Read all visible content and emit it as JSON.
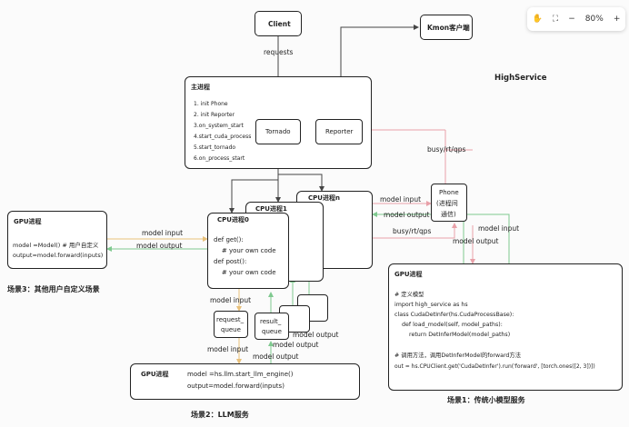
{
  "toolbar": {
    "zoom": "80%",
    "minus": "−",
    "plus": "+"
  },
  "labels": {
    "highservice": "HighService",
    "client": "Client",
    "kmon": "Kmon客户端",
    "requests": "requests",
    "busy_rt_qps": "busy/rt/qps",
    "model_input": "model input",
    "model_output": "model output"
  },
  "main": {
    "title": "主进程",
    "steps": [
      "1. init Phone",
      "2. init Reporter",
      "3.on_system_start",
      "4.start_cuda_process",
      "5.start_tornado",
      "6.on_process_start"
    ],
    "tornado": "Tornado",
    "reporter": "Reporter"
  },
  "cpu": {
    "cpu0": "CPU进程0",
    "cpu1": "CPU进程1",
    "cpun": "CPU进程n",
    "code": [
      "def get():",
      "    # your own code",
      "def post():",
      "    # your own code"
    ]
  },
  "phone": [
    "Phone",
    "(进程间",
    "通信)"
  ],
  "gpu_left": {
    "title": "GPU进程",
    "line1": "model =Model() # 用户自定义",
    "line2": "output=model.forward(inputs)"
  },
  "scene3": "场景3：其他用户自定义场景",
  "request_queue": [
    "request_",
    "queue"
  ],
  "result_queue": [
    "result_",
    "queue"
  ],
  "gpu_llm": {
    "title": "GPU进程",
    "line1": "model =hs.llm.start_llm_engine()",
    "line2": "output=model.forward(inputs)"
  },
  "scene2": "场景2：LLM服务",
  "gpu_right": {
    "title": "GPU进程",
    "lines": [
      "# 定义模型",
      "import high_service as hs",
      "class CudaDetInfer(hs.CudaProcessBase):",
      "    def load_model(self, model_paths):",
      "        return DetInferModel(model_paths)",
      "",
      "# 调用方法，调用DetInferModel的forward方法",
      "out = hs.CPUClient.get('CudaDetInfer').run('forward', [torch.ones([2, 3])])"
    ]
  },
  "scene1": "场景1：传统小模型服务",
  "colors": {
    "red": "#e8a0a8",
    "green": "#7fc98f",
    "orange": "#e8c07a",
    "gray": "#444444"
  }
}
